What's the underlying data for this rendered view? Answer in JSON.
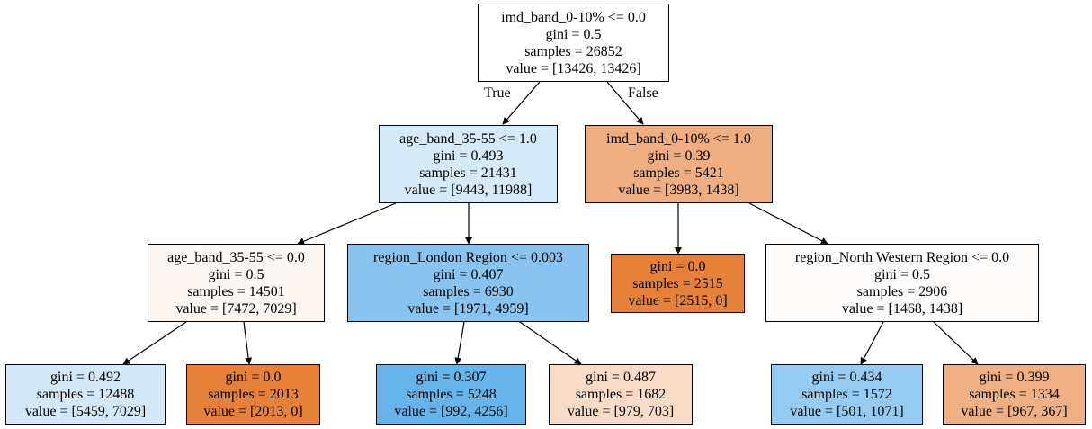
{
  "tree": {
    "nodes": [
      {
        "id": "n0",
        "lines": [
          "imd_band_0-10% <= 0.0",
          "gini = 0.5",
          "samples = 26852",
          "value = [13426, 13426]"
        ],
        "fill": "#ffffff"
      },
      {
        "id": "n1",
        "lines": [
          "age_band_35-55 <= 1.0",
          "gini = 0.493",
          "samples = 21431",
          "value = [9443, 11988]"
        ],
        "fill": "#d5eaf9"
      },
      {
        "id": "n2",
        "lines": [
          "imd_band_0-10% <= 1.0",
          "gini = 0.39",
          "samples = 5421",
          "value = [3983, 1438]"
        ],
        "fill": "#eeae80"
      },
      {
        "id": "n3",
        "lines": [
          "age_band_35-55 <= 0.0",
          "gini = 0.5",
          "samples = 14501",
          "value = [7472, 7029]"
        ],
        "fill": "#fdf7f3"
      },
      {
        "id": "n4",
        "lines": [
          "region_London Region <= 0.003",
          "gini = 0.407",
          "samples = 6930",
          "value = [1971, 4959]"
        ],
        "fill": "#88c4ef"
      },
      {
        "id": "n5",
        "lines": [
          "gini = 0.0",
          "samples = 2515",
          "value = [2515, 0]"
        ],
        "fill": "#e58139"
      },
      {
        "id": "n6",
        "lines": [
          "region_North Western Region <= 0.0",
          "gini = 0.5",
          "samples = 2906",
          "value = [1468, 1438]"
        ],
        "fill": "#fefcfb"
      },
      {
        "id": "n7",
        "lines": [
          "gini = 0.492",
          "samples = 12488",
          "value = [5459, 7029]"
        ],
        "fill": "#d3e9f9"
      },
      {
        "id": "n8",
        "lines": [
          "gini = 0.0",
          "samples = 2013",
          "value = [2013, 0]"
        ],
        "fill": "#e58139"
      },
      {
        "id": "n9",
        "lines": [
          "gini = 0.307",
          "samples = 5248",
          "value = [992, 4256]"
        ],
        "fill": "#67b4eb"
      },
      {
        "id": "n10",
        "lines": [
          "gini = 0.487",
          "samples = 1682",
          "value = [979, 703]"
        ],
        "fill": "#f8dbc7"
      },
      {
        "id": "n11",
        "lines": [
          "gini = 0.434",
          "samples = 1572",
          "value = [501, 1071]"
        ],
        "fill": "#96cbf1"
      },
      {
        "id": "n12",
        "lines": [
          "gini = 0.399",
          "samples = 1334",
          "value = [967, 367]"
        ],
        "fill": "#efb184"
      }
    ],
    "edges": [
      {
        "from": "n0",
        "to": "n1",
        "label": "True"
      },
      {
        "from": "n0",
        "to": "n2",
        "label": "False"
      },
      {
        "from": "n1",
        "to": "n3",
        "label": ""
      },
      {
        "from": "n1",
        "to": "n4",
        "label": ""
      },
      {
        "from": "n2",
        "to": "n5",
        "label": ""
      },
      {
        "from": "n2",
        "to": "n6",
        "label": ""
      },
      {
        "from": "n3",
        "to": "n7",
        "label": ""
      },
      {
        "from": "n3",
        "to": "n8",
        "label": ""
      },
      {
        "from": "n4",
        "to": "n9",
        "label": ""
      },
      {
        "from": "n4",
        "to": "n10",
        "label": ""
      },
      {
        "from": "n6",
        "to": "n11",
        "label": ""
      },
      {
        "from": "n6",
        "to": "n12",
        "label": ""
      }
    ]
  }
}
